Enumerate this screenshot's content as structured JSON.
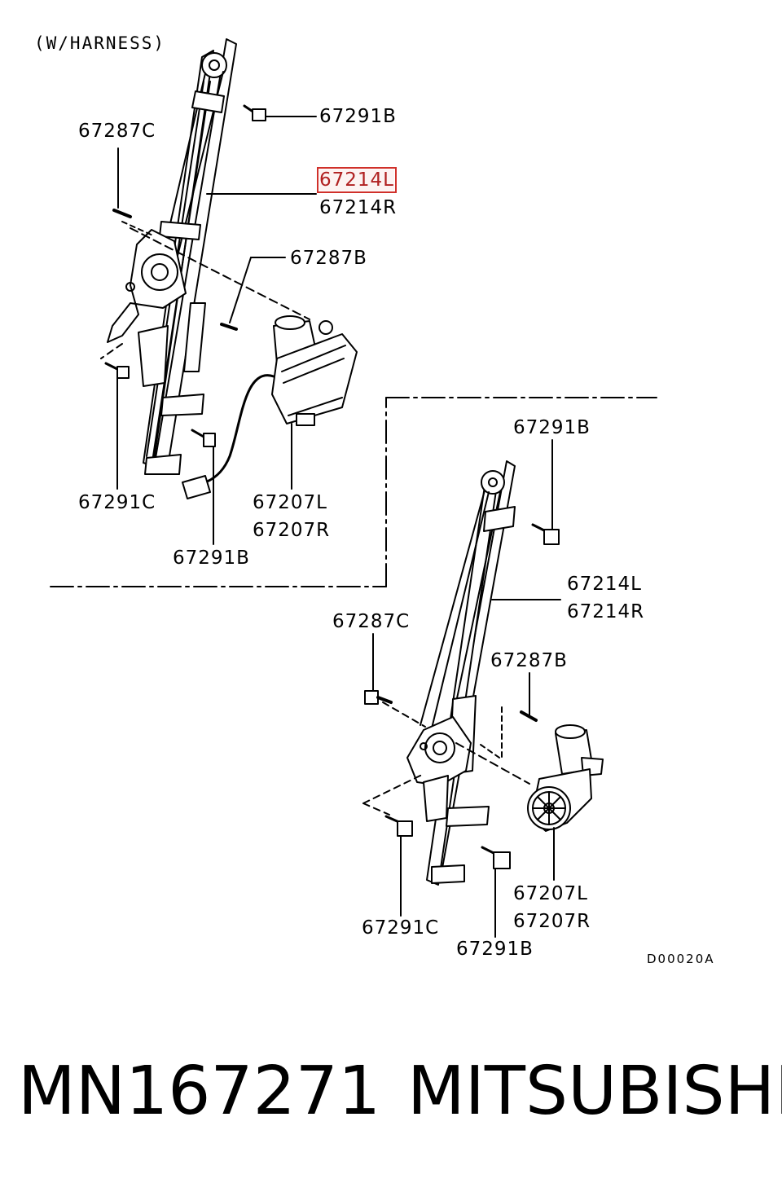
{
  "header_note": "(W/HARNESS)",
  "diagram_code": "D00020A",
  "part_number": "MN167271",
  "brand": "MITSUBISHI",
  "upper_assembly": {
    "bolt_top_right": "67291B",
    "screw_top_left": "67287C",
    "regulator_left": "67214L",
    "regulator_right": "67214R",
    "screw_motor": "67287B",
    "bolt_bottom_left": "67291C",
    "motor_left": "67207L",
    "motor_right": "67207R",
    "bolt_bottom": "67291B"
  },
  "lower_assembly": {
    "bolt_top": "67291B",
    "regulator_left": "67214L",
    "regulator_right": "67214R",
    "screw_left": "67287C",
    "screw_motor": "67287B",
    "motor_left": "67207L",
    "motor_right": "67207R",
    "bolt_bottom_left": "67291C",
    "bolt_bottom": "67291B"
  },
  "highlight_color": "#d0302a"
}
